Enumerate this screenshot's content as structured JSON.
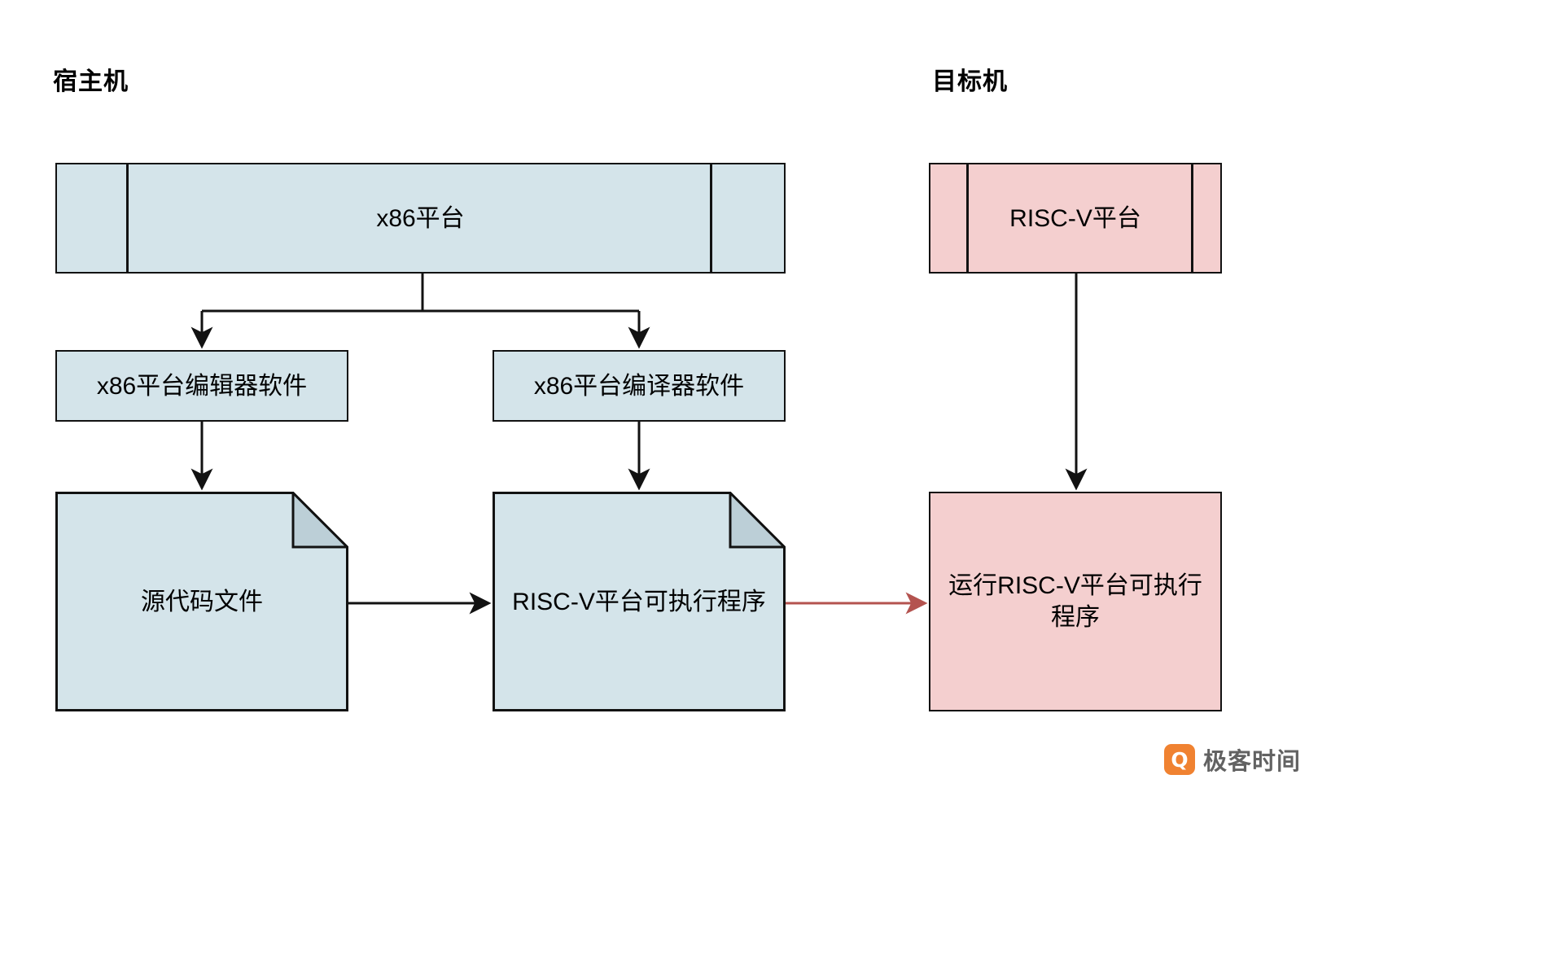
{
  "diagram": {
    "type": "flowchart",
    "title_left": "宿主机",
    "title_right": "目标机",
    "colors": {
      "host_fill": "#d4e4ea",
      "target_fill": "#f4cfcf",
      "stroke": "#121212",
      "cross_arrow": "#b4534f",
      "watermark_accent": "#f07c26"
    }
  },
  "host": {
    "platform_node": {
      "label": "x86平台"
    },
    "editor_box": {
      "label": "x86平台编辑器软件"
    },
    "compiler_box": {
      "label": "x86平台编译器软件"
    },
    "source_doc": {
      "label": "源代码文件"
    },
    "executable_doc": {
      "label": "RISC-V平台可执行程序"
    }
  },
  "target": {
    "platform_node": {
      "label": "RISC-V平台"
    },
    "run_box": {
      "label": "运行RISC-V平台可执行\n程序"
    },
    "run_box_line1": "运行RISC-V平台可执行",
    "run_box_line2": "程序"
  },
  "watermark": {
    "logo_glyph": "Q",
    "text": "极客时间"
  }
}
